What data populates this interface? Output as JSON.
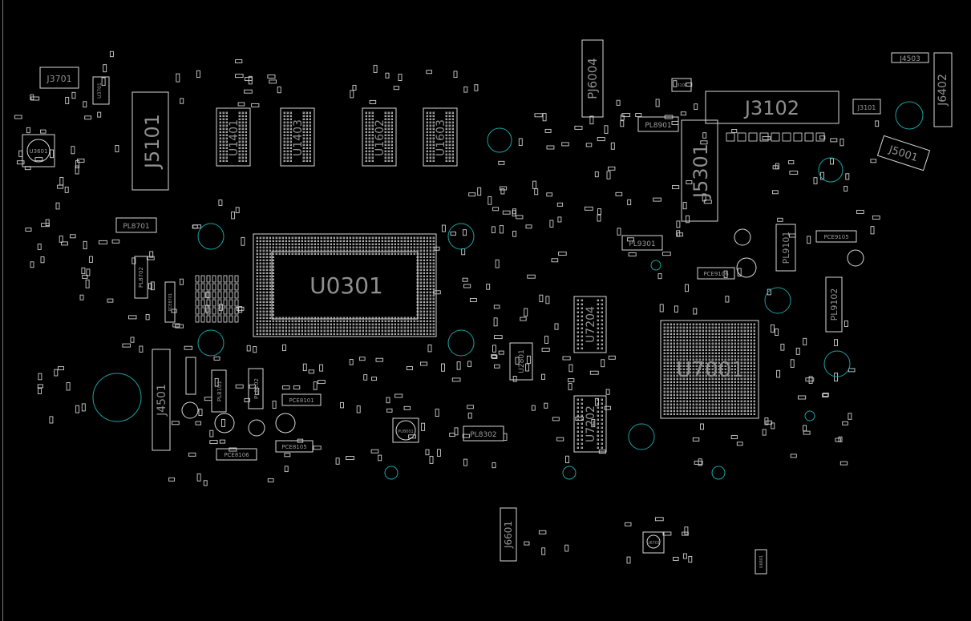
{
  "colors": {
    "background": "#000000",
    "outline": "#d9d9d9",
    "label": "#8f8f8f",
    "hole": "#1aa3a3"
  },
  "labels": {
    "J3701": "J3701",
    "U3701": "U3701",
    "U3601": "U3601",
    "J5101": "J5101",
    "PL8701": "PL8701",
    "U1401": "U1401",
    "U1403": "U1403",
    "U1602": "U1602",
    "U1603": "U1603",
    "U0301": "U0301",
    "PJ6004": "PJ6004",
    "J3104": "J3104",
    "J3102": "J3102",
    "J3101": "J3101",
    "J4503": "J4503",
    "J6402": "J6402",
    "J5001": "J5001",
    "J5301": "J5301",
    "PL8901": "PL8901",
    "PL9301": "PL9301",
    "PL9101": "PL9101",
    "PL9102": "PL9102",
    "PCE9105": "PCE9105",
    "PCE9106": "PCE9106",
    "U7204": "U7204",
    "U7202": "U7202",
    "U7001": "U7001",
    "U2801": "U2801",
    "J4501": "J4501",
    "PL8101": "PL8101",
    "PL8102": "PL8102",
    "PCE8106": "PCE8106",
    "PCE8105": "PCE8105",
    "PCE8101": "PCE8101",
    "PL8302": "PL8302",
    "PU8001": "PU8001",
    "J6601": "J6601",
    "U6701": "U6701",
    "U6801": "U6801",
    "PL8702": "PL8702",
    "PCE8701": "PCE8701"
  }
}
